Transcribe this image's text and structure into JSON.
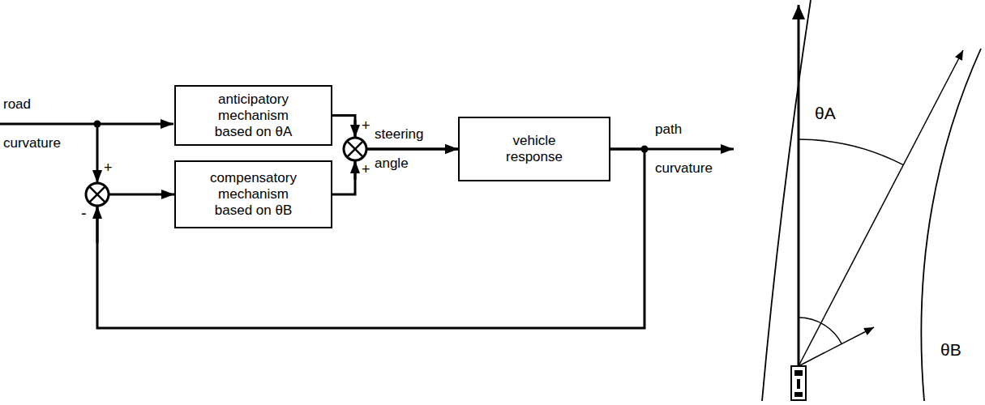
{
  "diagram": {
    "nodes": [
      {
        "text": [
          "anticipatory mechanism based on θA"
        ]
      },
      {
        "text": [
          "compensatory mechanism based on θB"
        ]
      },
      {
        "text": [
          "vehicle response"
        ]
      }
    ],
    "edges": [
      {
        "from": 0,
        "to": 2,
        "arrow": "to"
      },
      {
        "from": 1,
        "to": 2,
        "arrow": "to"
      },
      {
        "from": 2,
        "to": 1,
        "arrow": "to"
      }
    ],
    "labels": [
      "road curvature",
      "+",
      "+",
      "steering angle",
      "path curvature",
      "+",
      "-",
      "θA",
      "θB"
    ]
  }
}
